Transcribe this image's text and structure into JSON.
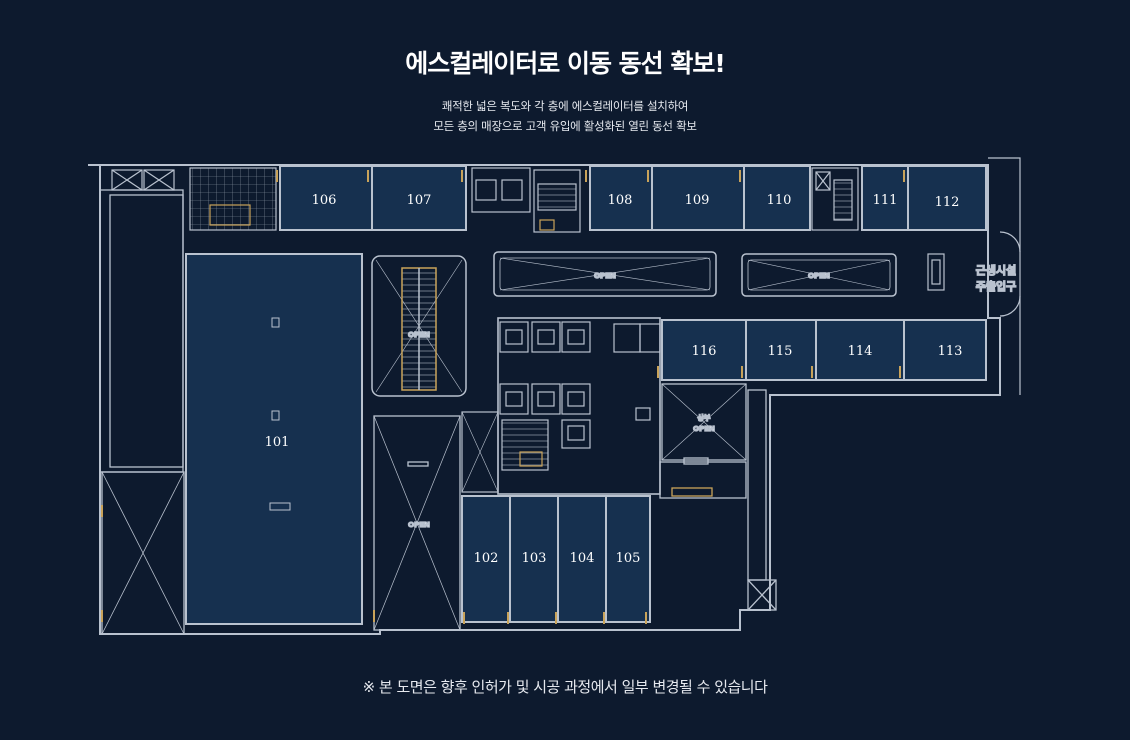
{
  "header": {
    "title": "에스컬레이터로 이동 동선 확보!",
    "subtitle_line1": "쾌적한 넓은 복도와 각 층에 에스컬레이터를 설치하여",
    "subtitle_line2": "모든 층의 매장으로 고객 유입에 활성화된 열린 동선 확보"
  },
  "footnote": "※ 본 도면은 향후 인허가 및 시공 과정에서 일부 변경될 수 있습니다",
  "colors": {
    "background": "#0d1a2e",
    "unit_fill": "#16304f",
    "wall": "#b9c2cf",
    "gold": "#c9a35a"
  },
  "floor_plan": {
    "units": {
      "u101": "101",
      "u102": "102",
      "u103": "103",
      "u104": "104",
      "u105": "105",
      "u106": "106",
      "u107": "107",
      "u108": "108",
      "u109": "109",
      "u110": "110",
      "u111": "111",
      "u112": "112",
      "u113": "113",
      "u114": "114",
      "u115": "115",
      "u116": "116"
    },
    "open_labels": {
      "atrium_left": "OPEN",
      "atrium_right": "OPEN",
      "escalator": "OPEN",
      "lower_void": "OPEN",
      "upper_void_line1": "상부",
      "upper_void_line2": "OPEN"
    },
    "entrance": {
      "line1": "근생시설",
      "line2": "주출입구"
    }
  }
}
